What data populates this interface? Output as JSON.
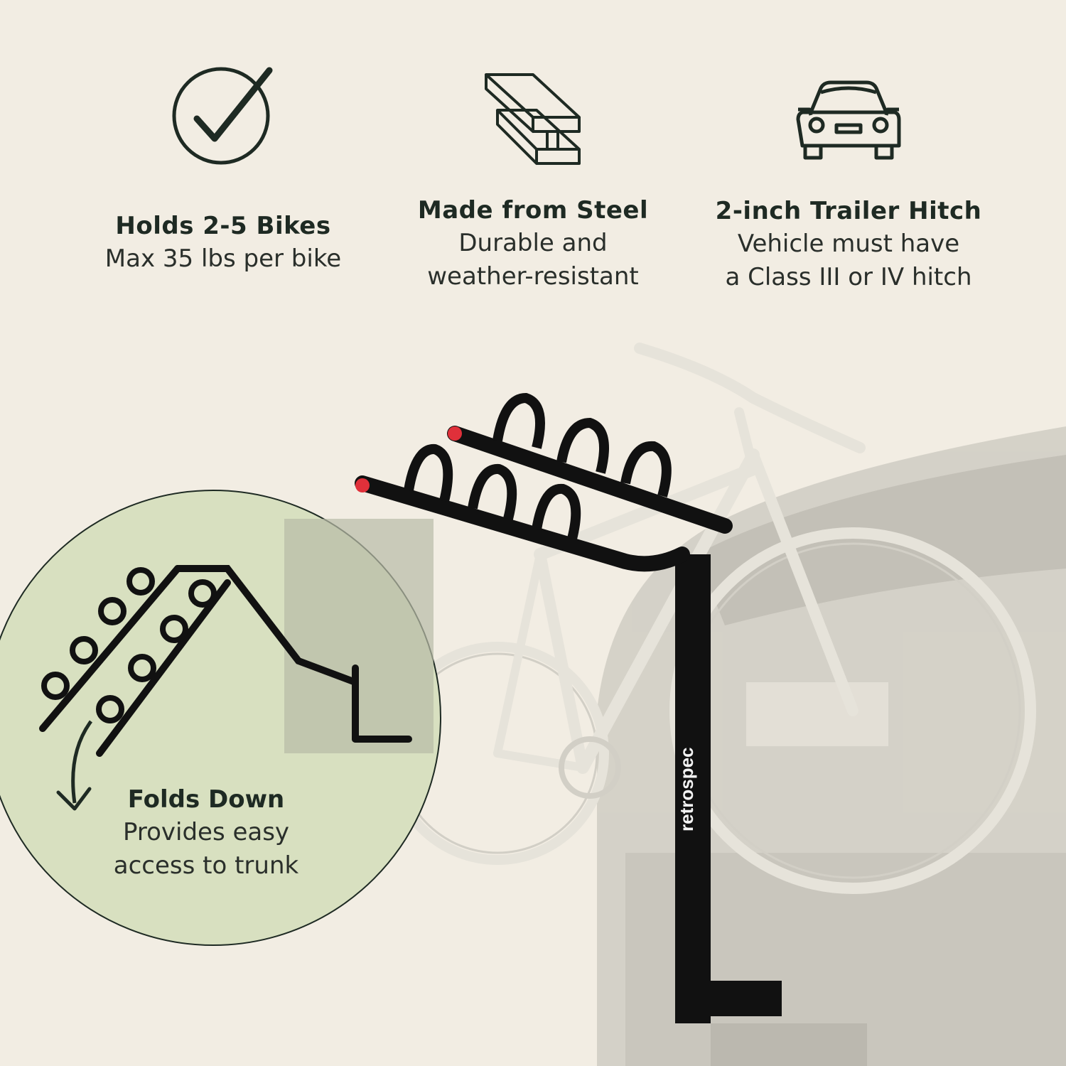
{
  "features": [
    {
      "icon": "check-circle-icon",
      "title": "Holds 2-5 Bikes",
      "desc": "Max 35 lbs per bike"
    },
    {
      "icon": "steel-beam-icon",
      "title": "Made from Steel",
      "desc": "Durable and\nweather-resistant"
    },
    {
      "icon": "car-icon",
      "title": "2-inch Trailer Hitch",
      "desc": "Vehicle must have\na Class III or IV hitch"
    }
  ],
  "fold": {
    "title": "Folds Down",
    "desc": "Provides easy\naccess to trunk",
    "icon": "curved-arrow-down-icon"
  },
  "brand": "retrospec",
  "colors": {
    "background": "#f2ede3",
    "circle": "#d8e0c0",
    "text": "#1e2a23",
    "rack": "#111111",
    "reflector": "#e0303a"
  }
}
